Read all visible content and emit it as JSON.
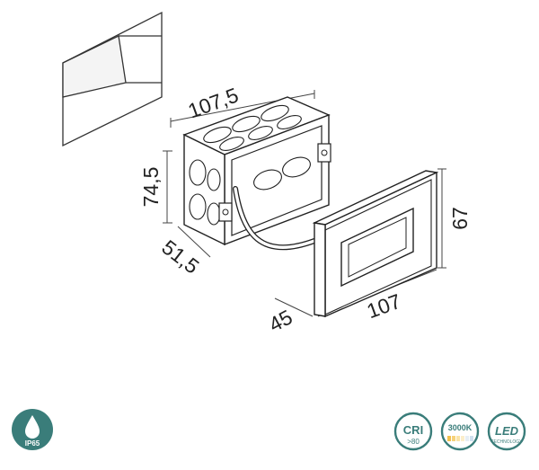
{
  "dimensions": {
    "box_width": "107,5",
    "box_height": "74,5",
    "box_depth": "51,5",
    "plate_depth": "45",
    "plate_width": "107",
    "plate_height": "67"
  },
  "badges": {
    "ip": {
      "icon": "water-drop-icon",
      "label": "IP65"
    },
    "cri": {
      "label": "CRI",
      "sub": ">80"
    },
    "cct": {
      "label": "3000K"
    },
    "led": {
      "label": "LED",
      "sub": "TECHNOLOGY"
    }
  },
  "colors": {
    "teal": "#3a7d7a",
    "ink": "#222222"
  }
}
